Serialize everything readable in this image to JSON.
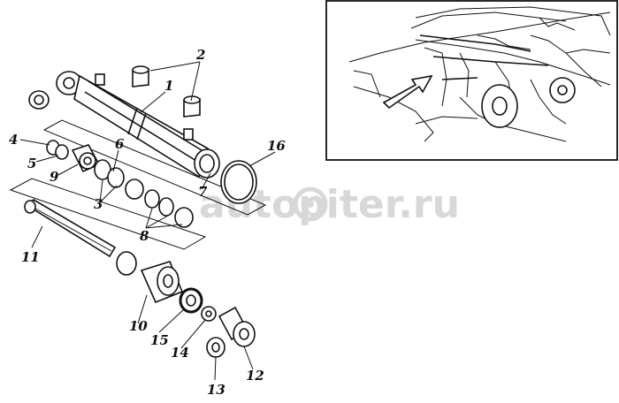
{
  "callouts": {
    "c1": "1",
    "c2": "2",
    "c3": "3",
    "c4": "4",
    "c5": "5",
    "c6": "6",
    "c7": "7",
    "c8": "8",
    "c9": "9",
    "c10": "10",
    "c11": "11",
    "c12": "12",
    "c13": "13",
    "c14": "14",
    "c15": "15",
    "c16": "16"
  },
  "watermark": {
    "text": "autopiter.ru"
  },
  "icons": {
    "watermark_logo": "circle-dot-logo-icon",
    "locator_arrow": "arrow-icon"
  }
}
